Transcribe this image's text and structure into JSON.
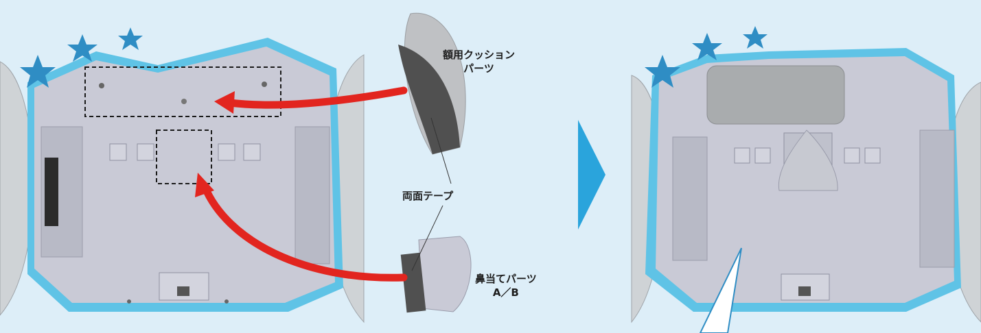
{
  "labels": {
    "forehead_cushion": [
      "額用クッション",
      "パーツ"
    ],
    "double_sided_tape": "両面テープ",
    "nose_pad": [
      "鼻当てパーツ",
      "A／B"
    ]
  },
  "colors": {
    "background": "#ddeef8",
    "headset_body": "#c9cad6",
    "headset_edge": "#5fc3e6",
    "star": "#2f8dc4",
    "red_arrow": "#e2251f",
    "blue_arrow": "#2aa4dc",
    "tape": "#505050",
    "cushion": "#bfc1c4"
  }
}
